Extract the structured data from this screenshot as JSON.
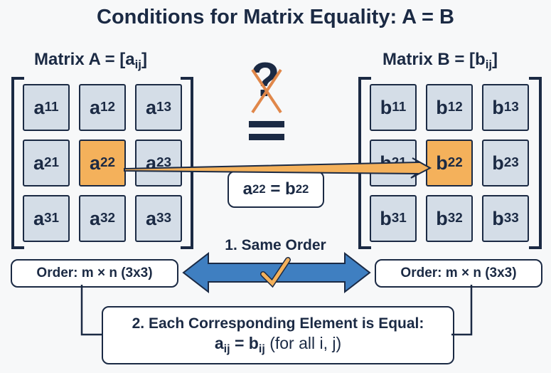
{
  "title": "Conditions for Matrix Equality: A = B",
  "matrix_a": {
    "label_prefix": "Matrix A = [a",
    "label_sub": "ij",
    "label_suffix": "]",
    "cells": [
      [
        "a",
        "11"
      ],
      [
        "a",
        "12"
      ],
      [
        "a",
        "13"
      ],
      [
        "a",
        "21"
      ],
      [
        "a",
        "22"
      ],
      [
        "a",
        "23"
      ],
      [
        "a",
        "31"
      ],
      [
        "a",
        "32"
      ],
      [
        "a",
        "33"
      ]
    ]
  },
  "matrix_b": {
    "label_prefix": "Matrix B = [b",
    "label_sub": "ij",
    "label_suffix": "]",
    "cells": [
      [
        "b",
        "11"
      ],
      [
        "b",
        "12"
      ],
      [
        "b",
        "13"
      ],
      [
        "b",
        "21"
      ],
      [
        "b",
        "22"
      ],
      [
        "b",
        "23"
      ],
      [
        "b",
        "31"
      ],
      [
        "b",
        "32"
      ],
      [
        "b",
        "33"
      ]
    ]
  },
  "highlight_index": 4,
  "center_symbol": {
    "question": "?",
    "equals": "="
  },
  "element_eq": {
    "left": "a",
    "left_sub": "22",
    "mid": " = ",
    "right": "b",
    "right_sub": "22"
  },
  "condition1": {
    "label": "1. Same Order",
    "order_left": "Order: m × n (3x3)",
    "order_right": "Order: m × n (3x3)"
  },
  "condition2": {
    "label": "2. Each Corresponding Element is Equal:",
    "f_a": "a",
    "f_sub1": "ij",
    "f_mid": " = b",
    "f_sub2": "ij",
    "f_tail": " (for all i, j)"
  },
  "colors": {
    "dark": "#1b2a44",
    "cell": "#d4dde7",
    "highlight": "#f4b15b",
    "arrow": "#3f7fc1"
  }
}
